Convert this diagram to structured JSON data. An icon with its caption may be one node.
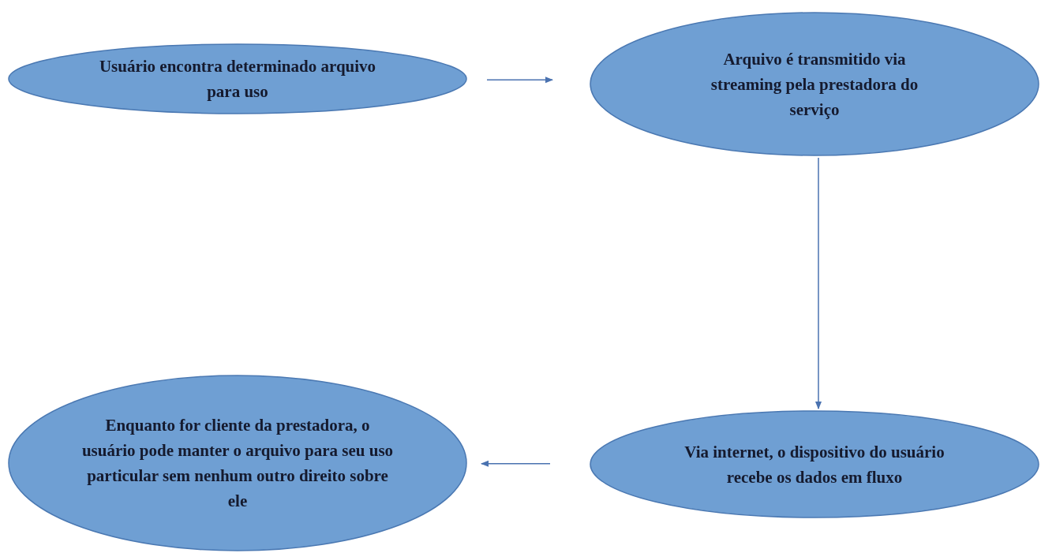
{
  "diagram": {
    "nodes": [
      {
        "text": [
          "Usuário encontra determinado arquivo para uso"
        ]
      },
      {
        "text": [
          "Arquivo é transmitido via streaming pela prestadora do serviço"
        ]
      },
      {
        "text": [
          "Via internet, o dispositivo do usuário recebe os dados em fluxo"
        ]
      },
      {
        "text": [
          "Enquanto for cliente da prestadora, o usuário pode manter o arquivo para seu uso particular sem nenhum outro direito sobre ele"
        ]
      }
    ],
    "edges": [
      {
        "from": 0,
        "to": 1,
        "arrow": "to"
      },
      {
        "from": 1,
        "to": 2,
        "arrow": "to"
      },
      {
        "from": 2,
        "to": 3,
        "arrow": "to"
      }
    ]
  }
}
